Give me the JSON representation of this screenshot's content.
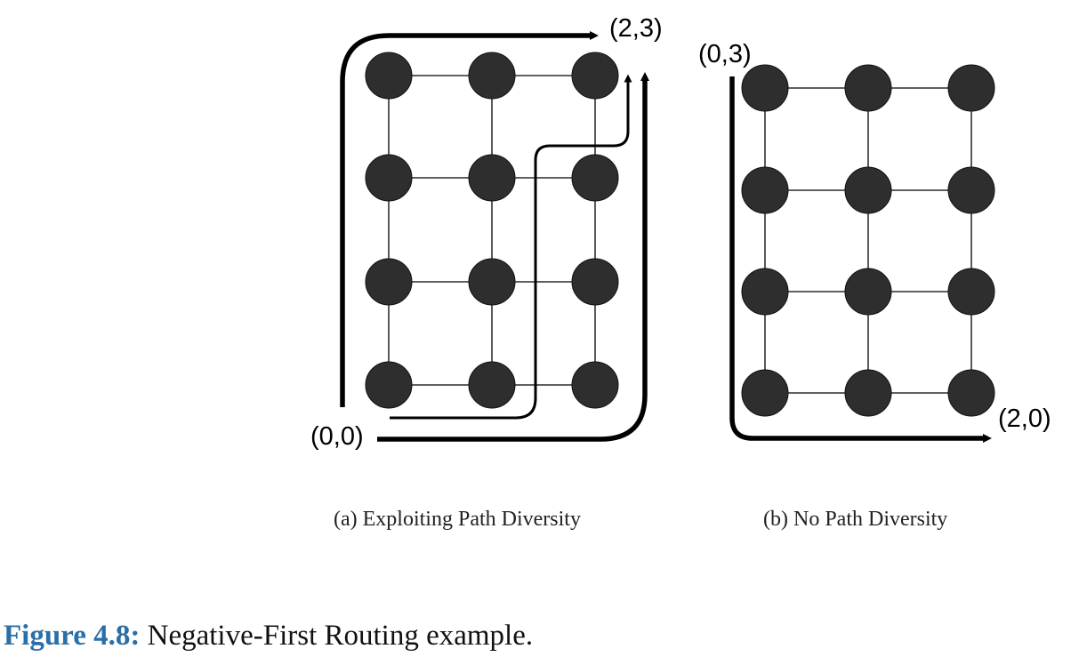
{
  "panel_a": {
    "origin_label": "(0,0)",
    "dest_label": "(2,3)",
    "caption": "(a) Exploiting Path Diversity"
  },
  "panel_b": {
    "origin_label": "(0,3)",
    "dest_label": "(2,0)",
    "caption": "(b) No Path Diversity"
  },
  "figure_caption": {
    "number": "Figure 4.8:",
    "text": "Negative-First Routing example."
  }
}
